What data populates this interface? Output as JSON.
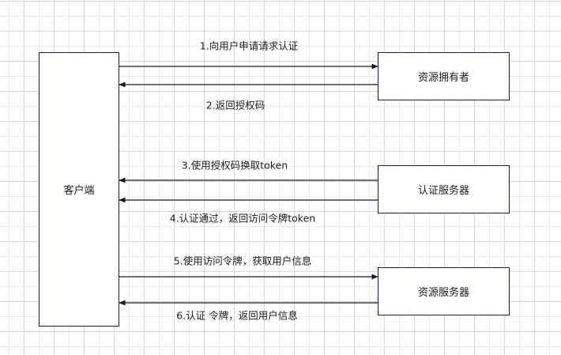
{
  "nodes": {
    "client": "客户端",
    "resource_owner": "资源拥有者",
    "auth_server": "认证服务器",
    "resource_server": "资源服务器"
  },
  "messages": [
    {
      "label": "1.向用户申请请求认证",
      "from": "client",
      "to": "resource_owner"
    },
    {
      "label": "2.返回授权码",
      "from": "resource_owner",
      "to": "client"
    },
    {
      "label": "3.使用授权码换取token",
      "from": "auth_server",
      "to": "client"
    },
    {
      "label": "4.认证通过，返回访问令牌token",
      "from": "auth_server",
      "to": "client"
    },
    {
      "label": "5.使用访问令牌，获取用户信息",
      "from": "client",
      "to": "resource_server"
    },
    {
      "label": "6.认证 令牌，返回用户信息",
      "from": "resource_server",
      "to": "client"
    }
  ],
  "colors": {
    "stroke": "#1a1a1a",
    "box_border": "#1a1a3a"
  }
}
